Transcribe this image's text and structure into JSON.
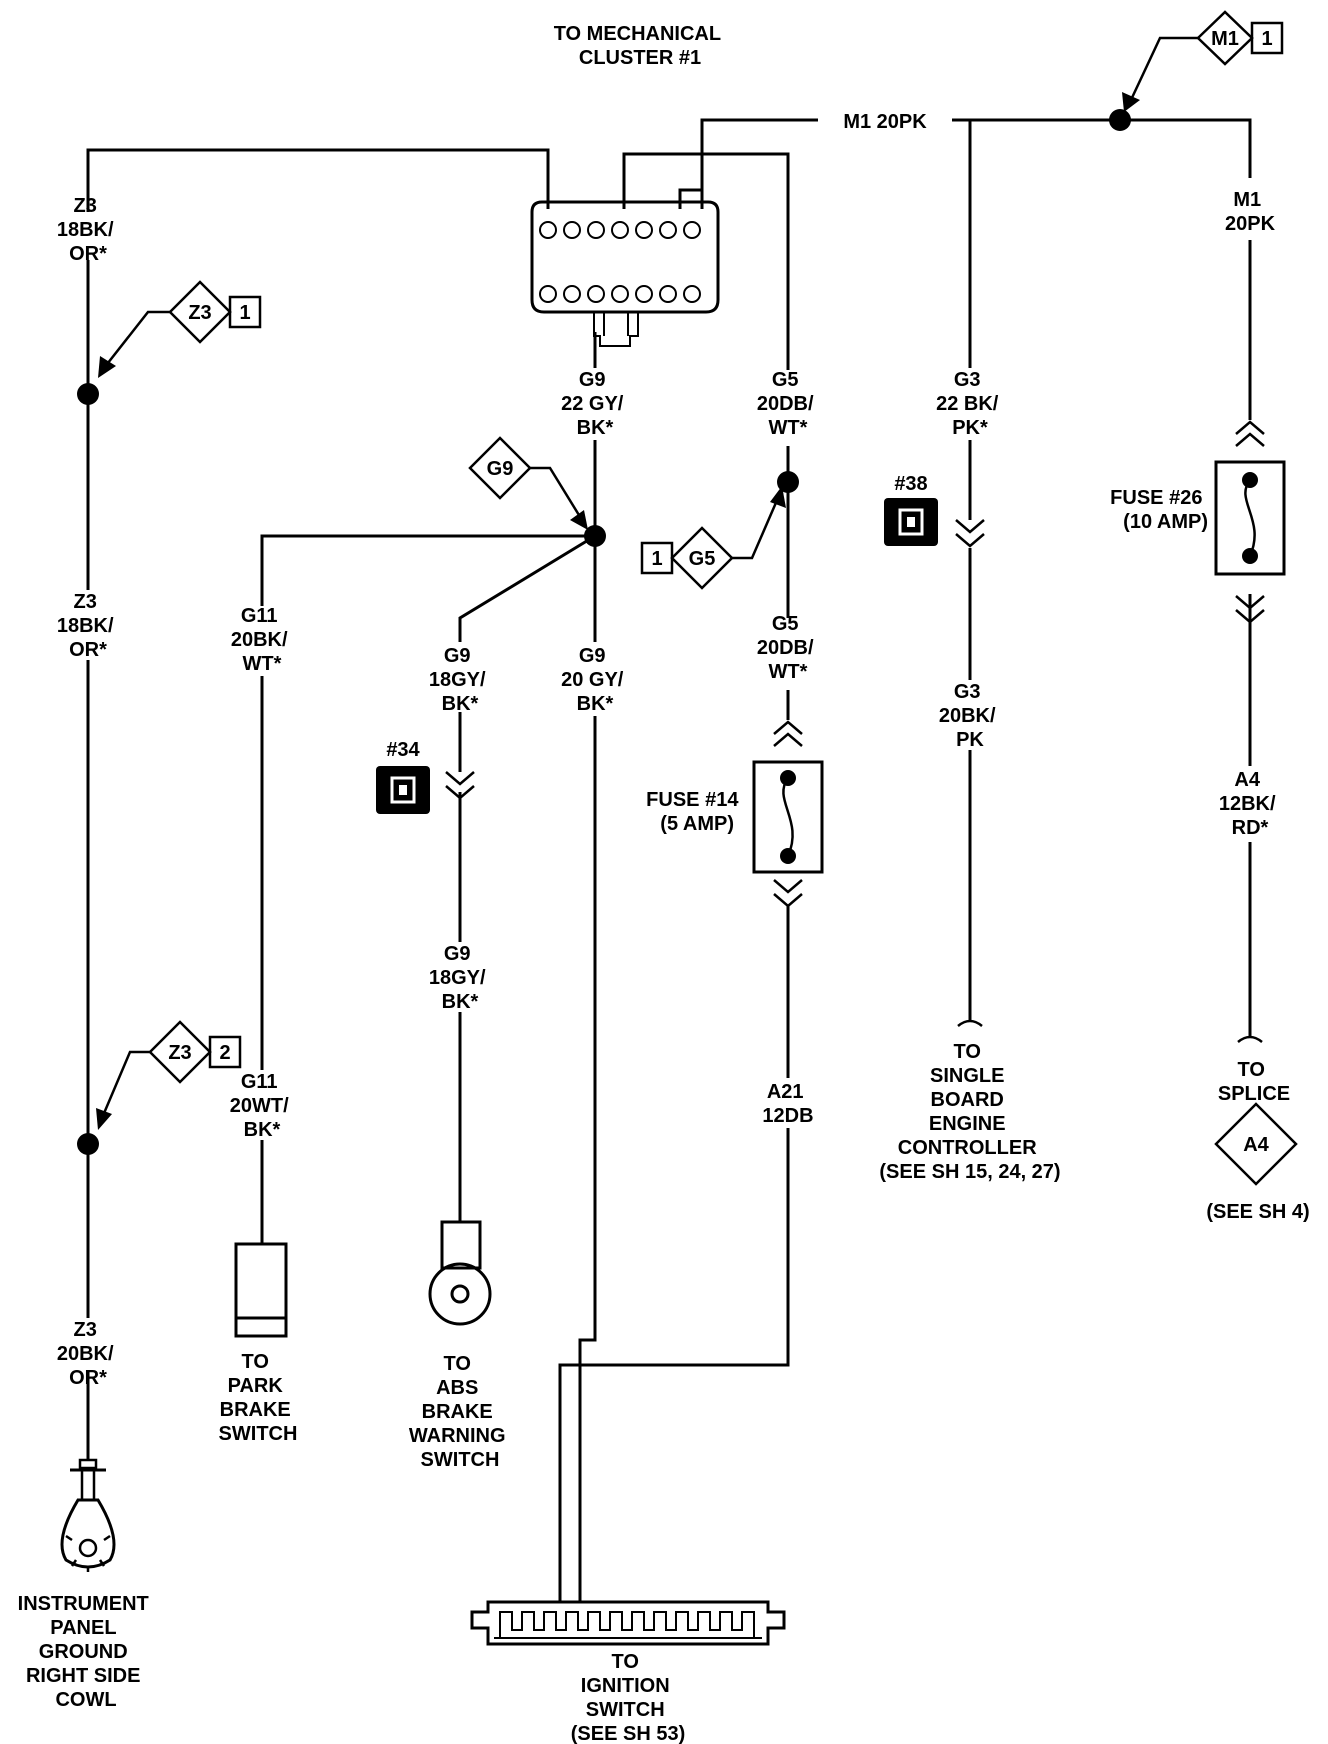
{
  "labels": {
    "top_title": [
      "TO MECHANICAL",
      "CLUSTER #1"
    ],
    "m1_20pk_top": "M1 20PK",
    "m1_20pk_right": [
      "M1",
      "20PK"
    ],
    "z3_18bk_or_upper": [
      "Z3",
      "18BK/",
      "OR*"
    ],
    "z3_18bk_or_lower": [
      "Z3",
      "18BK/",
      "OR*"
    ],
    "z3_20bk_or": [
      "Z3",
      "20BK/",
      "OR*"
    ],
    "g9_22gy_bk": [
      "G9",
      "22 GY/",
      "BK*"
    ],
    "g5_20db_wt_upper": [
      "G5",
      "20DB/",
      "WT*"
    ],
    "g5_20db_wt_lower": [
      "G5",
      "20DB/",
      "WT*"
    ],
    "g3_22bk_pk": [
      "G3",
      "22 BK/",
      "PK*"
    ],
    "g3_20bk_pk": [
      "G3",
      "20BK/",
      "PK"
    ],
    "g11_20bk_wt": [
      "G11",
      "20BK/",
      "WT*"
    ],
    "g11_20wt_bk": [
      "G11",
      "20WT/",
      "BK*"
    ],
    "g9_18gy_bk_upper": [
      "G9",
      "18GY/",
      "BK*"
    ],
    "g9_18gy_bk_lower": [
      "G9",
      "18GY/",
      "BK*"
    ],
    "g9_20gy_bk": [
      "G9",
      "20 GY/",
      "BK*"
    ],
    "a21_12db": [
      "A21",
      "12DB"
    ],
    "a4_12bk_rd": [
      "A4",
      "12BK/",
      "RD*"
    ],
    "fuse14": [
      "FUSE #14",
      "(5 AMP)"
    ],
    "fuse26": [
      "FUSE #26",
      "(10 AMP)"
    ],
    "conn34": "#34",
    "conn38": "#38",
    "to_park_brake": [
      "TO",
      "PARK",
      "BRAKE",
      "SWITCH"
    ],
    "to_abs": [
      "TO",
      "ABS",
      "BRAKE",
      "WARNING",
      "SWITCH"
    ],
    "to_sbec": [
      "TO",
      "SINGLE",
      "BOARD",
      "ENGINE",
      "CONTROLLER",
      "(SEE SH 15, 24, 27)"
    ],
    "to_splice": [
      "TO",
      "SPLICE"
    ],
    "see_sh4": "(SEE SH 4)",
    "ground": [
      "INSTRUMENT",
      "PANEL",
      "GROUND",
      "RIGHT SIDE",
      "COWL"
    ],
    "ignition": [
      "TO",
      "IGNITION",
      "SWITCH",
      "(SEE SH 53)"
    ]
  },
  "tags": {
    "m1": {
      "code": "M1",
      "num": "1"
    },
    "z3_1": {
      "code": "Z3",
      "num": "1"
    },
    "z3_2": {
      "code": "Z3",
      "num": "2"
    },
    "g9": {
      "code": "G9"
    },
    "g5": {
      "code": "G5",
      "num": "1"
    },
    "a4": {
      "code": "A4"
    }
  }
}
